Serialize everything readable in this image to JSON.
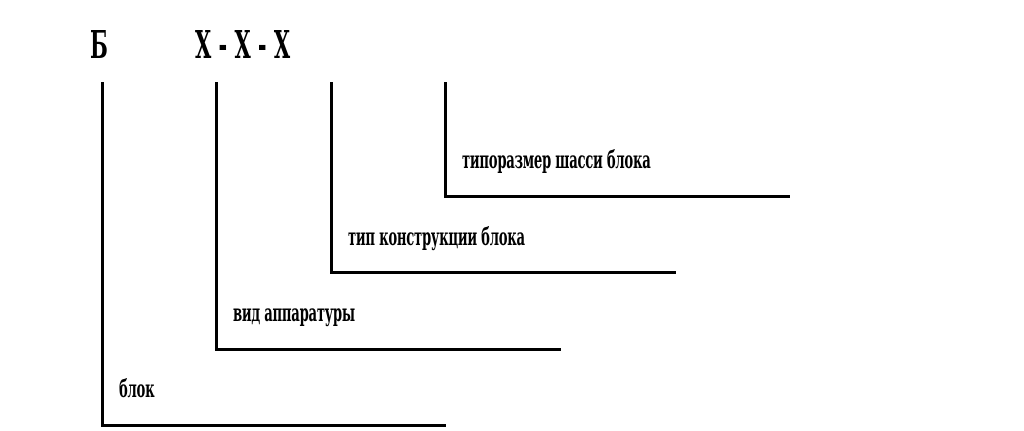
{
  "code": {
    "prefix": "Б",
    "pattern": "X - X - X"
  },
  "labels": [
    "типоразмер шасси блока",
    "тип конструкции блока",
    "вид аппаратуры",
    "блок"
  ]
}
